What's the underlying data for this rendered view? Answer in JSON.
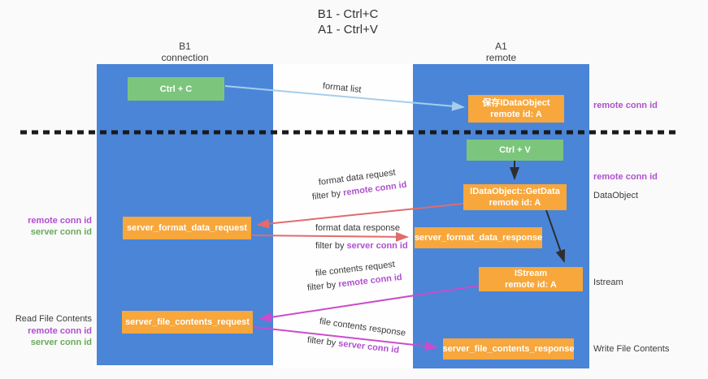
{
  "title": {
    "line1": "B1 - Ctrl+C",
    "line2": "A1 - Ctrl+V"
  },
  "lanes": {
    "b1": {
      "name": "B1",
      "subtitle": "connection"
    },
    "a1": {
      "name": "A1",
      "subtitle": "remote"
    }
  },
  "nodes": {
    "ctrl_c": {
      "label": "Ctrl + C"
    },
    "ctrl_v": {
      "label": "Ctrl + V"
    },
    "save_idataobject": {
      "line1": "保存IDataObject",
      "line2": "remote id: A"
    },
    "getdata": {
      "line1": "IDataObject::GetData",
      "line2": "remote id: A"
    },
    "istream": {
      "line1": "IStream",
      "line2": "remote id: A"
    },
    "server_format_data_request": {
      "label": "server_format_data_request"
    },
    "server_format_data_response": {
      "label": "server_format_data_response"
    },
    "server_file_contents_request": {
      "label": "server_file_contents_request"
    },
    "server_file_contents_response": {
      "label": "server_file_contents_response"
    }
  },
  "side_labels": {
    "left_remote_conn_id": "remote conn id",
    "left_server_conn_id": "server conn id",
    "read_file_contents": "Read File Contents",
    "left_remote_conn_id_2": "remote conn id",
    "left_server_conn_id_2": "server conn id",
    "right_remote_conn_id_1": "remote conn id",
    "right_remote_conn_id_2": "remote conn id",
    "dataobject": "DataObject",
    "istream": "Istream",
    "write_file_contents": "Write File Contents"
  },
  "edge_labels": {
    "format_list": "format list",
    "format_data_request": "format data request",
    "format_data_response": "format data response",
    "file_contents_request": "file contents request",
    "file_contents_response": "file contents response",
    "filter_by": "filter by ",
    "remote_conn_id": "remote conn id",
    "server_conn_id": "server conn id"
  },
  "colors": {
    "lane_blue": "#4a85d8",
    "node_orange": "#f7a73c",
    "node_green": "#7cc57c",
    "purple_text": "#b050d0",
    "green_text": "#6aaa5a",
    "arrow_salmon": "#e06c6c",
    "arrow_magenta": "#cb4ccb",
    "arrow_light_blue": "#a6cdec",
    "arrow_black": "#2e2e2e",
    "dashed_line": "#1a1a1a"
  }
}
